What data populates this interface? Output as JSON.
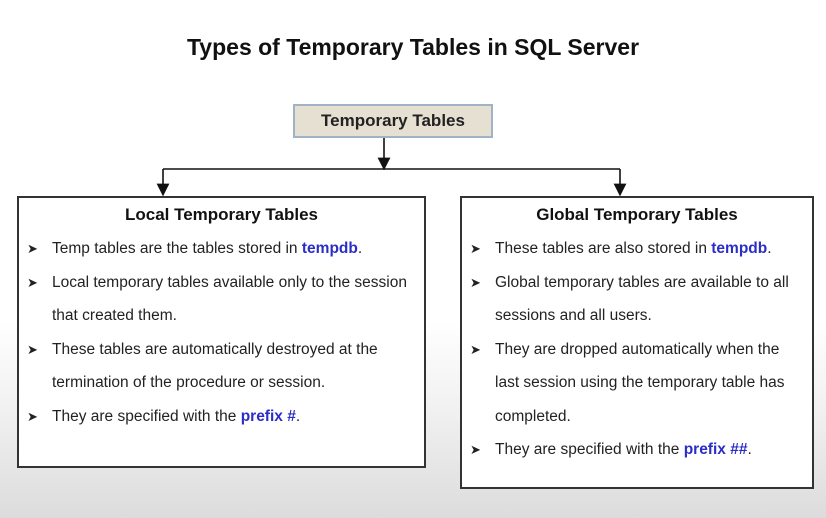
{
  "title": "Types of Temporary Tables in SQL Server",
  "root": {
    "label": "Temporary Tables"
  },
  "colors": {
    "highlight": "#2b2ec6",
    "root_fill": "#e6e0d2",
    "root_border": "#9fb2c8"
  },
  "bullet_icon": "arrow-bullet-icon",
  "local": {
    "title": "Local Temporary Tables",
    "bullets": [
      {
        "pre": "Temp tables are the tables stored in ",
        "hl": "tempdb",
        "post": "."
      },
      {
        "pre": "Local temporary tables available only to the session that created them.",
        "hl": "",
        "post": ""
      },
      {
        "pre": "These tables are automatically destroyed at the termination of the procedure or session.",
        "hl": "",
        "post": ""
      },
      {
        "pre": "They are specified with the ",
        "hl": "prefix #",
        "post": "."
      }
    ]
  },
  "global": {
    "title": "Global Temporary Tables",
    "bullets": [
      {
        "pre": "These tables are also stored in ",
        "hl": "tempdb",
        "post": "."
      },
      {
        "pre": "Global temporary tables are available to all sessions and all users.",
        "hl": "",
        "post": ""
      },
      {
        "pre": "They are dropped automatically when the last session using the temporary table has completed.",
        "hl": "",
        "post": ""
      },
      {
        "pre": "They are specified with the ",
        "hl": "prefix ##",
        "post": "."
      }
    ]
  }
}
